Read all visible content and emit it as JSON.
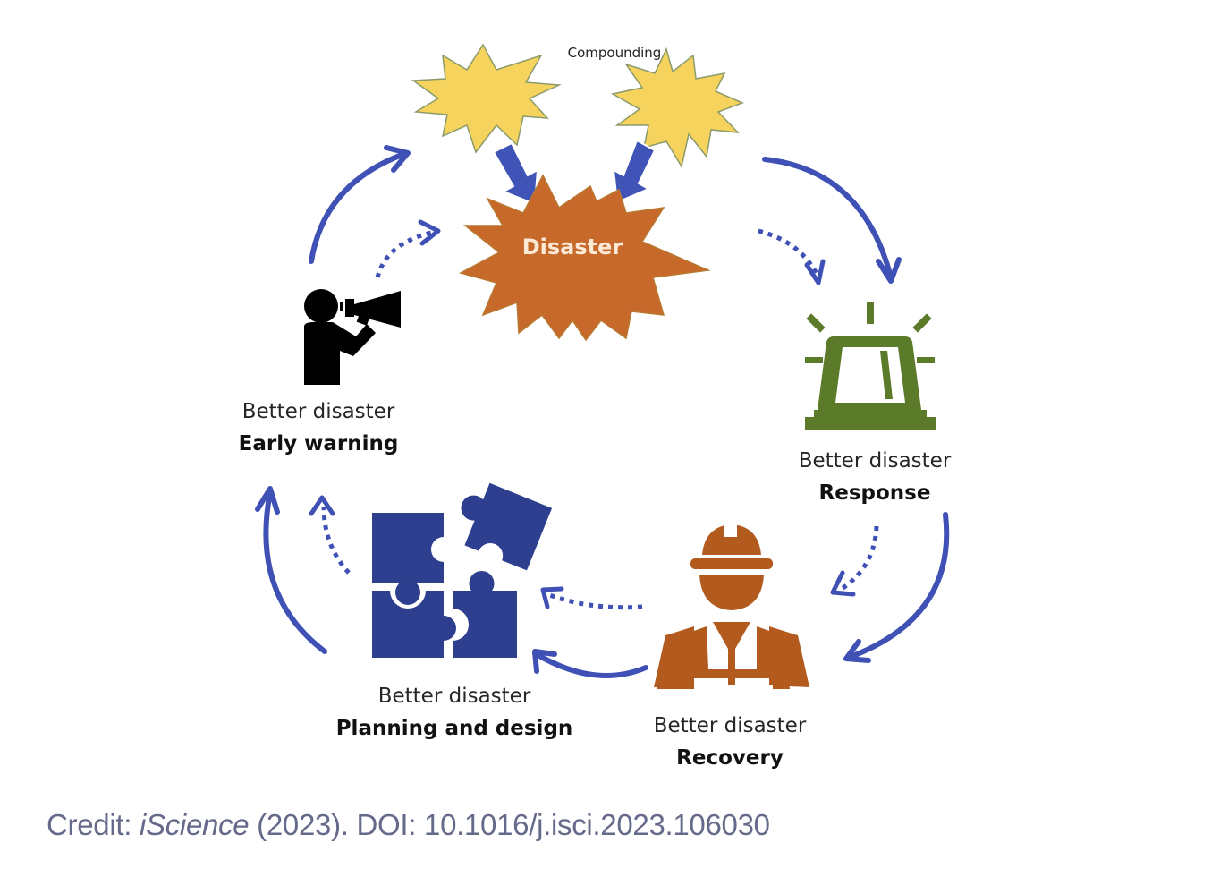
{
  "diagram": {
    "compounding_label": "Compounding",
    "disaster_label": "Disaster",
    "stages": [
      {
        "id": "early-warning",
        "line1": "Better disaster",
        "line2": "Early warning",
        "icon": "megaphone-person-icon"
      },
      {
        "id": "response",
        "line1": "Better disaster",
        "line2": "Response",
        "icon": "siren-light-icon"
      },
      {
        "id": "recovery",
        "line1": "Better disaster",
        "line2": "Recovery",
        "icon": "construction-worker-icon"
      },
      {
        "id": "planning",
        "line1": "Better disaster",
        "line2": "Planning and design",
        "icon": "puzzle-pieces-icon"
      }
    ],
    "colors": {
      "arrow": "#3f51b5",
      "hazard_fill": "#f5d35c",
      "hazard_stroke": "#8c9a6a",
      "disaster_fill": "#c8692c",
      "disaster_text": "#fbe9d6",
      "siren": "#5b7a2a",
      "worker": "#b35a1f",
      "puzzle": "#2e3f8f",
      "person": "#000000",
      "credit_text": "#666a8a"
    }
  },
  "credit": {
    "prefix": "Credit: ",
    "journal": "iScience",
    "suffix": " (2023). DOI: 10.1016/j.isci.2023.106030"
  }
}
